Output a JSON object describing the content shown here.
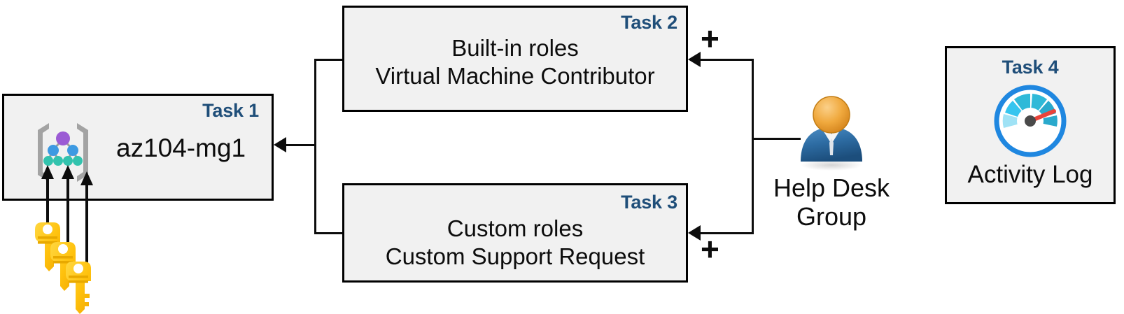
{
  "diagram": {
    "title": "Azure RBAC task diagram",
    "colors": {
      "task_label": "#1F4E79",
      "box_fill": "#f1f1f1",
      "box_border": "#000000",
      "connector": "#0d0d0d",
      "key_gold": "#FFC20E",
      "gauge_blue": "#1f87e0",
      "gauge_needle_red": "#e8443a",
      "person_head": "#F2A33C",
      "person_body": "#2E6DA4"
    }
  },
  "task1": {
    "label": "Task 1",
    "title": "az104-mg1",
    "icon": "management-group-icon"
  },
  "task2": {
    "label": "Task 2",
    "lines": [
      "Built-in roles",
      "Virtual Machine Contributor"
    ],
    "plus": "+"
  },
  "task3": {
    "label": "Task 3",
    "lines": [
      "Custom roles",
      "Custom Support Request"
    ],
    "plus": "+"
  },
  "task4": {
    "label": "Task 4",
    "caption": "Activity Log",
    "icon": "gauge-icon"
  },
  "helpdesk": {
    "caption_line1": "Help Desk",
    "caption_line2": "Group",
    "icon": "user-group-icon"
  },
  "keys": {
    "icon": "keys-icon",
    "count": 3
  }
}
